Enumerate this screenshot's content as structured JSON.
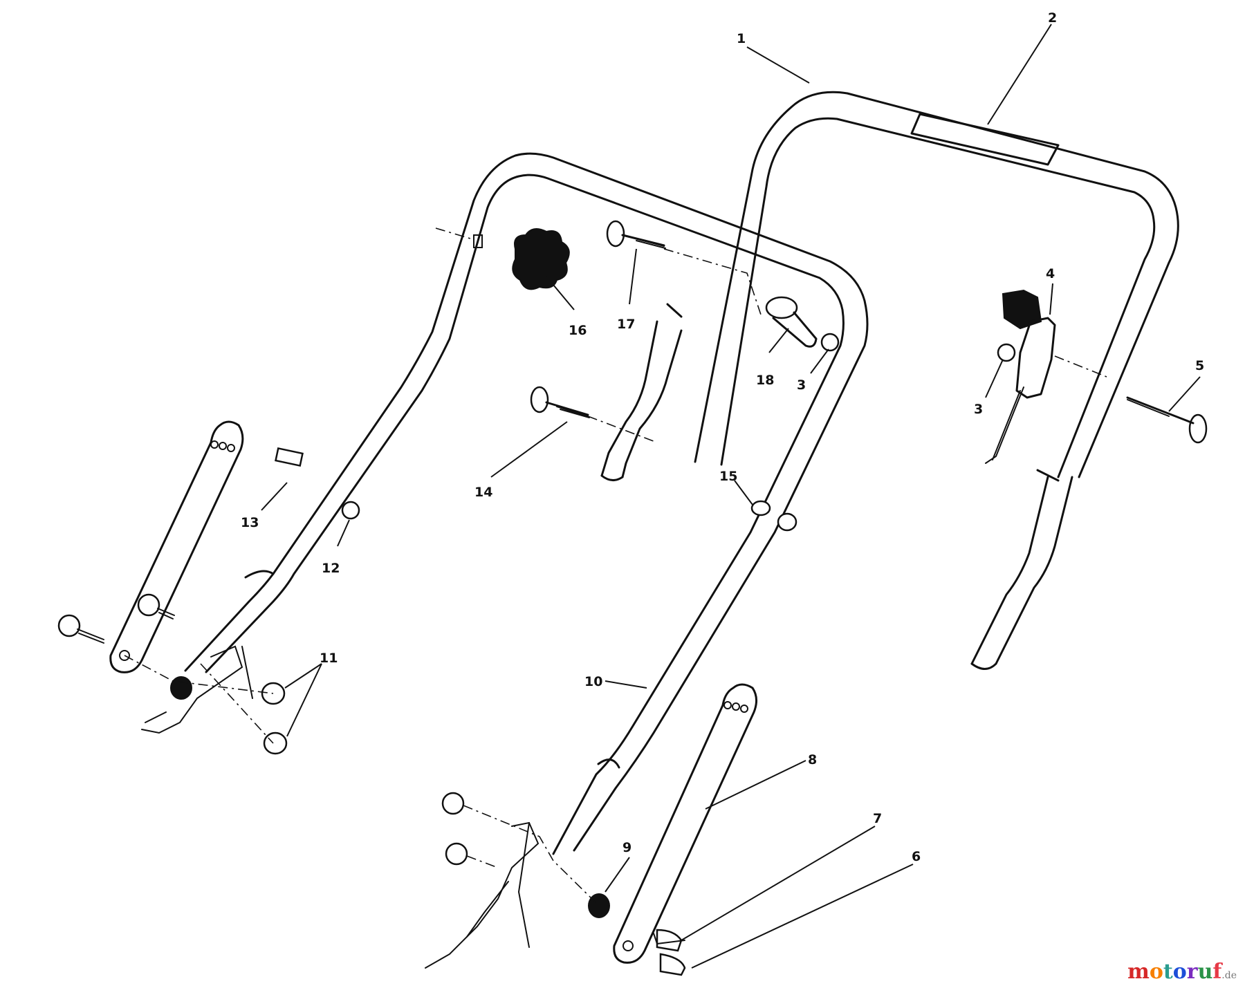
{
  "callouts": [
    {
      "id": "c1",
      "label": "1"
    },
    {
      "id": "c2",
      "label": "2"
    },
    {
      "id": "c3a",
      "label": "3"
    },
    {
      "id": "c3b",
      "label": "3"
    },
    {
      "id": "c4",
      "label": "4"
    },
    {
      "id": "c5",
      "label": "5"
    },
    {
      "id": "c6",
      "label": "6"
    },
    {
      "id": "c7",
      "label": "7"
    },
    {
      "id": "c8",
      "label": "8"
    },
    {
      "id": "c9",
      "label": "9"
    },
    {
      "id": "c10",
      "label": "10"
    },
    {
      "id": "c11",
      "label": "11"
    },
    {
      "id": "c12",
      "label": "12"
    },
    {
      "id": "c13",
      "label": "13"
    },
    {
      "id": "c14",
      "label": "14"
    },
    {
      "id": "c15",
      "label": "15"
    },
    {
      "id": "c16",
      "label": "16"
    },
    {
      "id": "c17",
      "label": "17"
    },
    {
      "id": "c18",
      "label": "18"
    }
  ],
  "watermark": {
    "letters": [
      "m",
      "o",
      "t",
      "o",
      "r",
      "u",
      "f"
    ],
    "colors": [
      "#d62828",
      "#f77f00",
      "#2a9d8f",
      "#1d4ed8",
      "#7b2cbf",
      "#2b9348",
      "#e63946"
    ],
    "suffix": ".de"
  }
}
